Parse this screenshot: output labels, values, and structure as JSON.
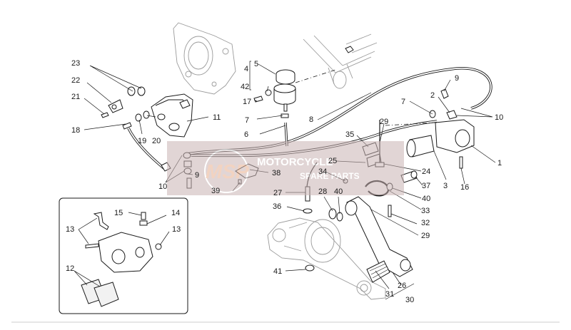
{
  "watermark": {
    "logo_text": "MSP",
    "line1": "MOTORCYCLE",
    "line2": "SPARE PARTS",
    "band_color": "#c9b3b3",
    "logo_color": "#e8b090"
  },
  "callouts": [
    {
      "id": "c1",
      "text": "1"
    },
    {
      "id": "c2",
      "text": "2"
    },
    {
      "id": "c3",
      "text": "3"
    },
    {
      "id": "c4",
      "text": "4"
    },
    {
      "id": "c5",
      "text": "5"
    },
    {
      "id": "c6",
      "text": "6"
    },
    {
      "id": "c7a",
      "text": "7"
    },
    {
      "id": "c7b",
      "text": "7"
    },
    {
      "id": "c8",
      "text": "8"
    },
    {
      "id": "c9a",
      "text": "9"
    },
    {
      "id": "c9b",
      "text": "9"
    },
    {
      "id": "c10a",
      "text": "10"
    },
    {
      "id": "c10b",
      "text": "10"
    },
    {
      "id": "c11",
      "text": "11"
    },
    {
      "id": "c12",
      "text": "12"
    },
    {
      "id": "c13a",
      "text": "13"
    },
    {
      "id": "c13b",
      "text": "13"
    },
    {
      "id": "c14",
      "text": "14"
    },
    {
      "id": "c15",
      "text": "15"
    },
    {
      "id": "c16",
      "text": "16"
    },
    {
      "id": "c17",
      "text": "17"
    },
    {
      "id": "c18",
      "text": "18"
    },
    {
      "id": "c19",
      "text": "19"
    },
    {
      "id": "c20",
      "text": "20"
    },
    {
      "id": "c21",
      "text": "21"
    },
    {
      "id": "c22",
      "text": "22"
    },
    {
      "id": "c23",
      "text": "23"
    },
    {
      "id": "c24",
      "text": "24"
    },
    {
      "id": "c25",
      "text": "25"
    },
    {
      "id": "c26",
      "text": "26"
    },
    {
      "id": "c27",
      "text": "27"
    },
    {
      "id": "c28",
      "text": "28"
    },
    {
      "id": "c29a",
      "text": "29"
    },
    {
      "id": "c29b",
      "text": "29"
    },
    {
      "id": "c30",
      "text": "30"
    },
    {
      "id": "c31",
      "text": "31"
    },
    {
      "id": "c32",
      "text": "32"
    },
    {
      "id": "c33",
      "text": "33"
    },
    {
      "id": "c34",
      "text": "34"
    },
    {
      "id": "c35",
      "text": "35"
    },
    {
      "id": "c36",
      "text": "36"
    },
    {
      "id": "c37",
      "text": "37"
    },
    {
      "id": "c38",
      "text": "38"
    },
    {
      "id": "c39",
      "text": "39"
    },
    {
      "id": "c40a",
      "text": "40"
    },
    {
      "id": "c40b",
      "text": "40"
    },
    {
      "id": "c41",
      "text": "41"
    },
    {
      "id": "c42",
      "text": "42"
    }
  ]
}
